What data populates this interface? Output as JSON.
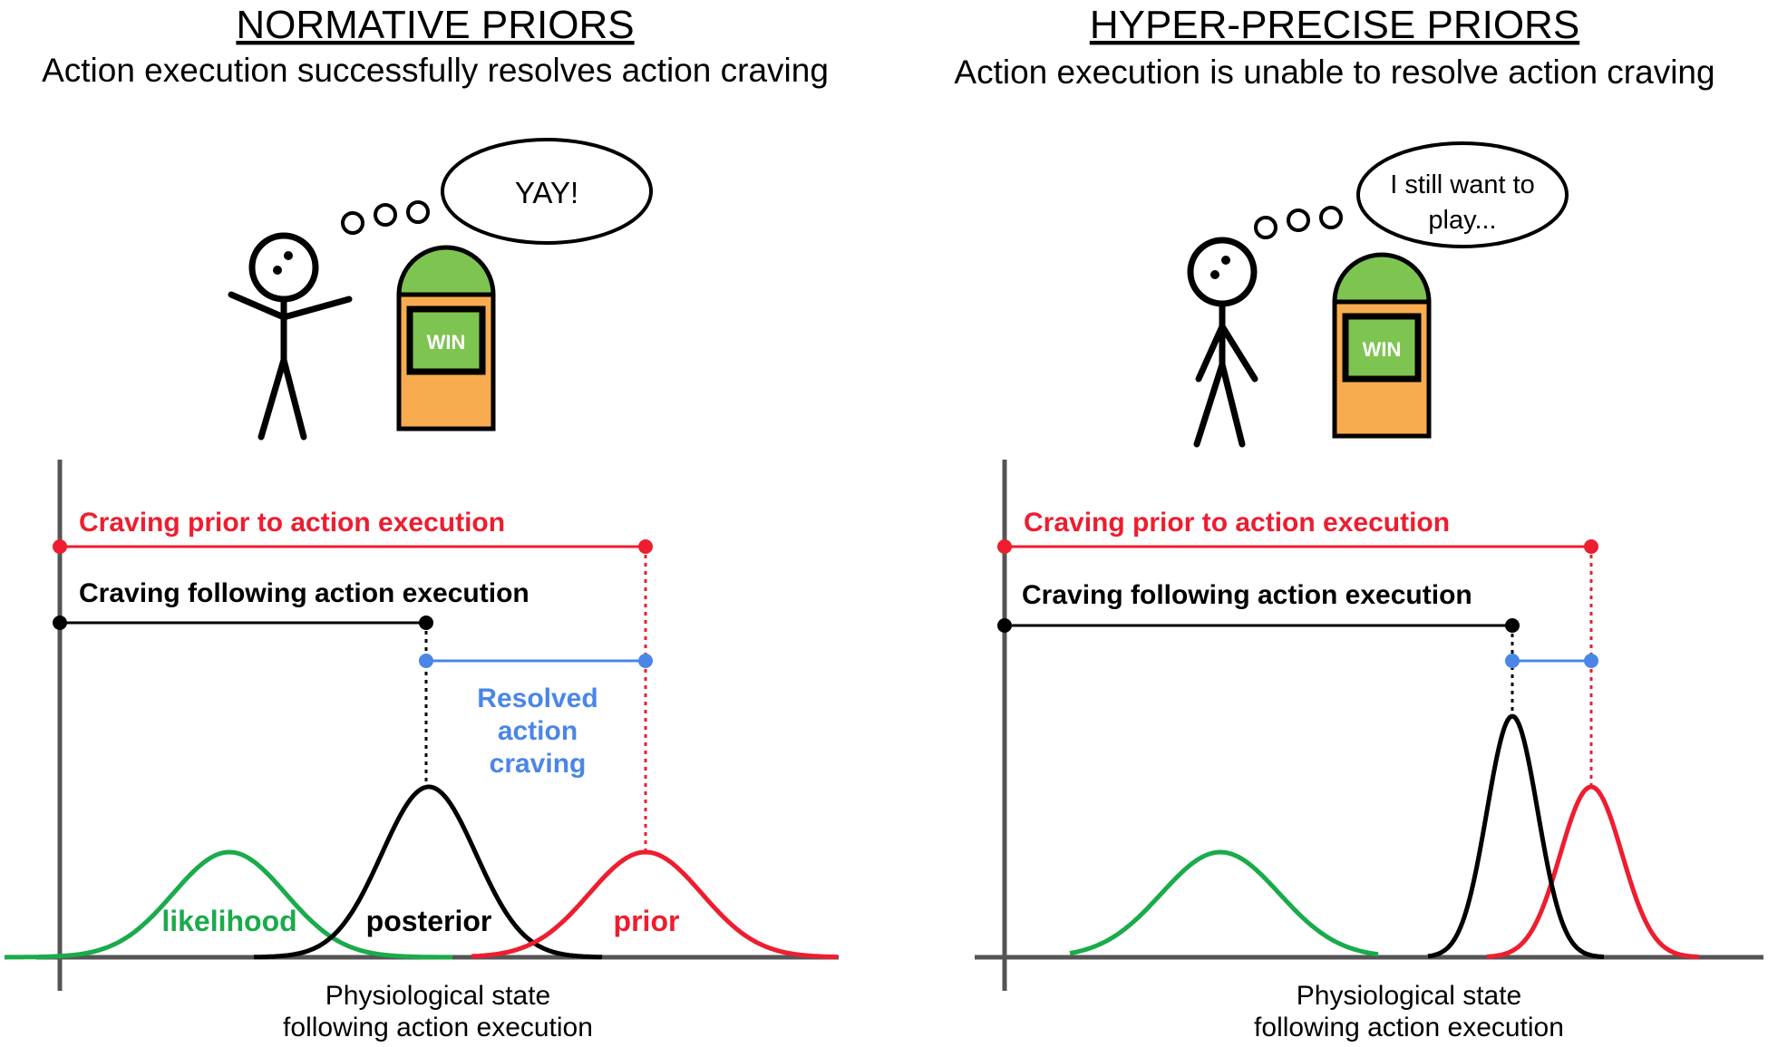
{
  "colors": {
    "red": "#ee1d2f",
    "black": "#000000",
    "blue": "#4a86e8",
    "green": "#1aab4a",
    "axis": "#555555",
    "machine_body": "#f8ac4f",
    "machine_dome": "#7ec451",
    "screen": "#7ec451"
  },
  "left_panel": {
    "title": "NORMATIVE PRIORS",
    "subtitle": "Action execution successfully resolves action craving",
    "thought": "YAY!",
    "machine_label": "WIN",
    "craving_prior_label": "Craving prior to action execution",
    "craving_following_label": "Craving following action execution",
    "resolved_lines": [
      "Resolved",
      "action",
      "craving"
    ],
    "likelihood_label": "likelihood",
    "posterior_label": "posterior",
    "prior_label": "prior",
    "xlabel_lines": [
      "Physiological state",
      "following action execution"
    ]
  },
  "right_panel": {
    "title": "HYPER-PRECISE PRIORS",
    "subtitle": "Action execution is unable to resolve action craving",
    "thought_lines": [
      "I still want to",
      "play..."
    ],
    "machine_label": "WIN",
    "craving_prior_label": "Craving prior to action execution",
    "craving_following_label": "Craving following action execution",
    "xlabel_lines": [
      "Physiological state",
      "following action execution"
    ]
  }
}
